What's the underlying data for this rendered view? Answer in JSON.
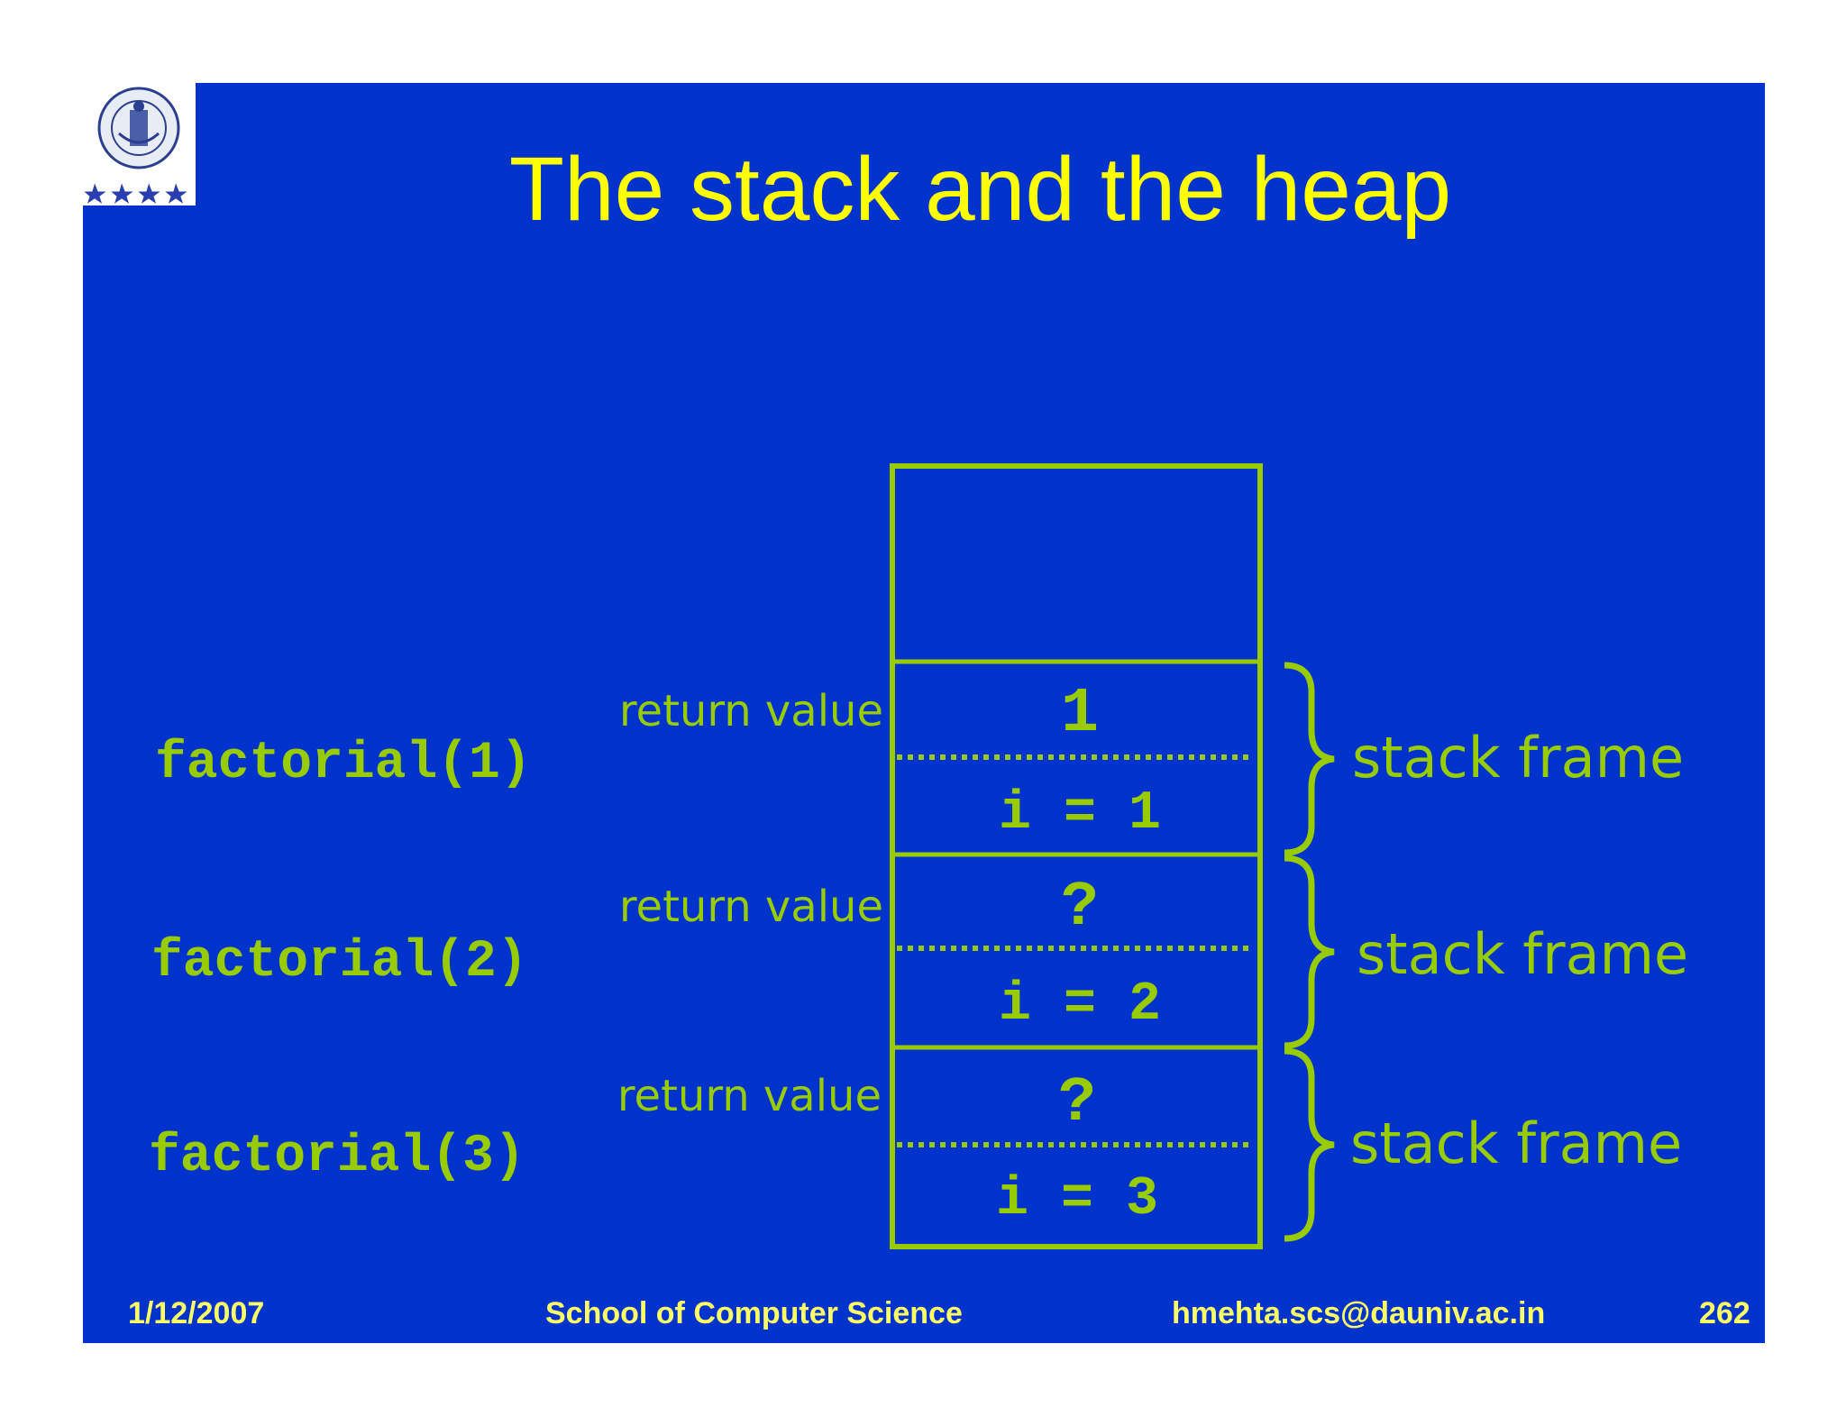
{
  "slide": {
    "title": "The stack and the heap",
    "colors": {
      "background": "#0033cc",
      "title": "#ffff00",
      "diagram": "#99cc00",
      "footer": "#ffff66"
    }
  },
  "logo": {
    "icon": "university-seal-icon",
    "stars": 4
  },
  "diagram": {
    "frames": [
      {
        "call": "factorial(1)",
        "return_label": "return value",
        "return_value": "1",
        "local": "i = 1",
        "brace_label": "stack frame"
      },
      {
        "call": "factorial(2)",
        "return_label": "return value",
        "return_value": "?",
        "local": "i = 2",
        "brace_label": "stack frame"
      },
      {
        "call": "factorial(3)",
        "return_label": "return value",
        "return_value": "?",
        "local": "i = 3",
        "brace_label": "stack frame"
      }
    ]
  },
  "footer": {
    "date": "1/12/2007",
    "school": "School of Computer Science",
    "email": "hmehta.scs@dauniv.ac.in",
    "page": "262"
  }
}
